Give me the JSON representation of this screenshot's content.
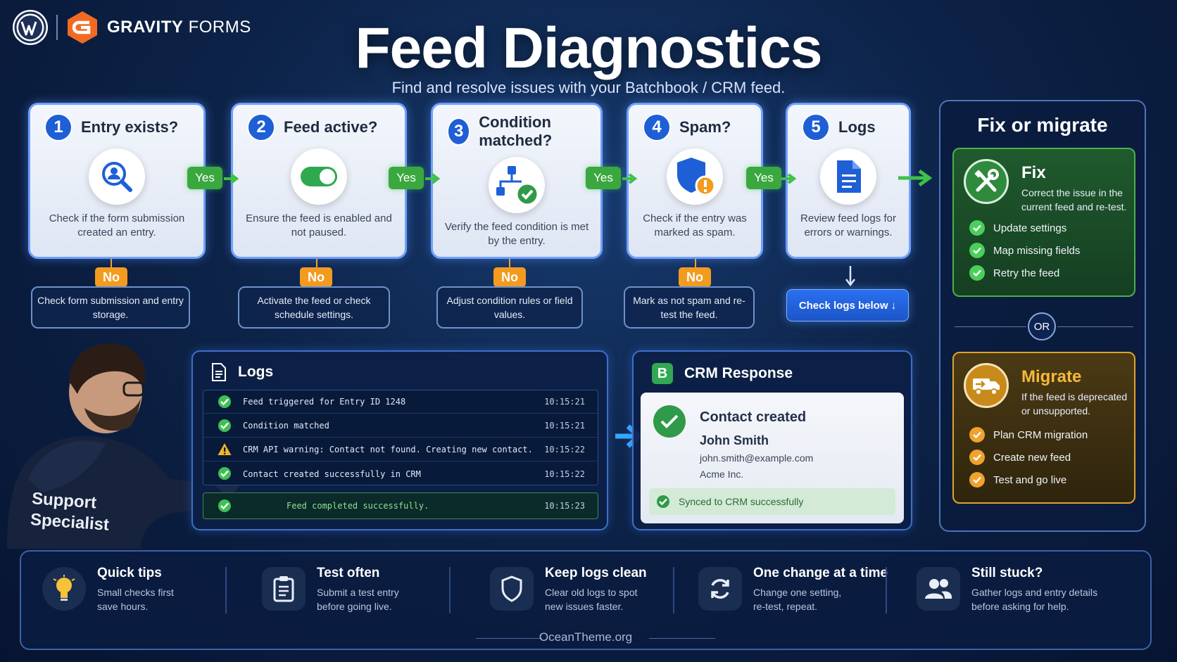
{
  "brand": {
    "name_bold": "GRAVITY",
    "name_light": " FORMS"
  },
  "header": {
    "title": "Feed Diagnostics",
    "subtitle": "Find and resolve issues with your Batchbook / CRM feed."
  },
  "steps": [
    {
      "num": "1",
      "title": "Entry exists?",
      "desc": "Check if the form submission created an entry.",
      "icon": "search-user-icon",
      "no_action": "Check form submission and entry storage."
    },
    {
      "num": "2",
      "title": "Feed active?",
      "desc": "Ensure the feed is enabled and not paused.",
      "icon": "toggle-icon",
      "no_action": "Activate the feed or check schedule settings."
    },
    {
      "num": "3",
      "title": "Condition matched?",
      "desc": "Verify the feed condition is met by the entry.",
      "icon": "condition-tree-icon",
      "no_action": "Adjust condition rules or field values."
    },
    {
      "num": "4",
      "title": "Spam?",
      "desc": "Check if the entry was marked as spam.",
      "icon": "shield-warning-icon",
      "no_action": "Mark as not spam and re-test the feed."
    },
    {
      "num": "5",
      "title": "Logs",
      "desc": "Review feed logs for errors or warnings.",
      "icon": "document-icon"
    }
  ],
  "labels": {
    "yes": "Yes",
    "no": "No",
    "check_logs": "Check logs below ↓",
    "or": "OR"
  },
  "fix_or_migrate": {
    "title": "Fix or migrate",
    "fix": {
      "title": "Fix",
      "desc": "Correct the issue in the current feed and re-test.",
      "items": [
        "Update settings",
        "Map missing fields",
        "Retry the feed"
      ]
    },
    "migrate": {
      "title": "Migrate",
      "desc": "If the feed is deprecated or unsupported.",
      "items": [
        "Plan CRM migration",
        "Create new feed",
        "Test and go live"
      ]
    }
  },
  "logs": {
    "title": "Logs",
    "rows": [
      {
        "status": "success",
        "msg": "Feed triggered for Entry ID 1248",
        "time": "10:15:21"
      },
      {
        "status": "success",
        "msg": "Condition matched",
        "time": "10:15:21"
      },
      {
        "status": "warning",
        "msg": "CRM API warning: Contact not found. Creating new contact.",
        "time": "10:15:22"
      },
      {
        "status": "success",
        "msg": "Contact created successfully in CRM",
        "time": "10:15:22"
      }
    ],
    "final": {
      "status": "success",
      "msg": "Feed completed successfully.",
      "time": "10:15:23"
    }
  },
  "crm": {
    "badge": "B",
    "title": "CRM Response",
    "status": "Contact created",
    "name": "John Smith",
    "email": "john.smith@example.com",
    "company": "Acme Inc.",
    "synced": "Synced to CRM successfully"
  },
  "person": {
    "label_line1": "Support",
    "label_line2": "Specialist"
  },
  "tips": [
    {
      "title": "Quick tips",
      "desc": "Small checks first save hours.",
      "icon": "lightbulb-icon"
    },
    {
      "title": "Test often",
      "desc": "Submit a test entry before going live.",
      "icon": "clipboard-icon"
    },
    {
      "title": "Keep logs clean",
      "desc": "Clear old logs to spot new issues faster.",
      "icon": "shield-icon"
    },
    {
      "title": "One change at a time",
      "desc": "Change one setting, re-test, repeat.",
      "icon": "refresh-icon"
    },
    {
      "title": "Still stuck?",
      "desc": "Gather logs and entry details before asking for help.",
      "icon": "users-icon"
    }
  ],
  "footer": "OceanTheme.org",
  "colors": {
    "yes": "#3aa83f",
    "no": "#f29b1f",
    "accent": "#1f5fd6",
    "fix": "#4caf50",
    "migrate": "#e0a42b"
  }
}
